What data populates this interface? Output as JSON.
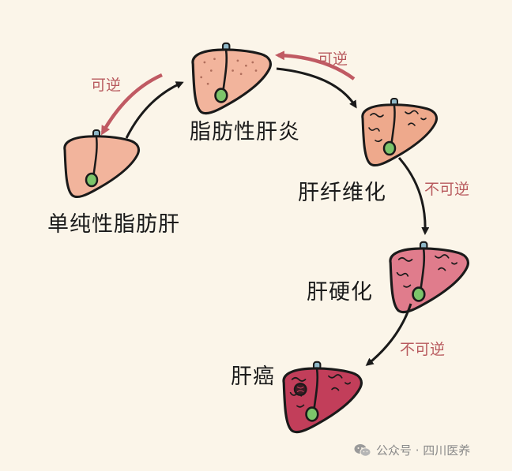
{
  "stages": [
    {
      "id": "simple-fatty-liver",
      "label": "单纯性脂肪肝",
      "color": "#f2b49c",
      "dots": false,
      "fibrosis": false,
      "tumor": false
    },
    {
      "id": "fatty-hepatitis",
      "label": "脂肪性肝炎",
      "color": "#f2b49c",
      "dots": true,
      "fibrosis": false,
      "tumor": false
    },
    {
      "id": "liver-fibrosis",
      "label": "肝纤维化",
      "color": "#eea98c",
      "dots": false,
      "fibrosis": true,
      "tumor": false
    },
    {
      "id": "cirrhosis",
      "label": "肝硬化",
      "color": "#e07c8c",
      "dots": false,
      "fibrosis": true,
      "tumor": false
    },
    {
      "id": "liver-cancer",
      "label": "肝癌",
      "color": "#c23e5a",
      "dots": false,
      "fibrosis": true,
      "tumor": true
    }
  ],
  "arrows": [
    {
      "id": "reversible-1",
      "label": "可逆",
      "color": "#c05a63"
    },
    {
      "id": "reversible-2",
      "label": "可逆",
      "color": "#c05a63"
    },
    {
      "id": "irreversible-1",
      "label": "不可逆",
      "color": "#1a1a1a"
    },
    {
      "id": "irreversible-2",
      "label": "不可逆",
      "color": "#1a1a1a"
    }
  ],
  "colors": {
    "background": "#fbf5e9",
    "forward_arrow": "#1a1a1a",
    "reverse_arrow": "#c05a63",
    "gallbladder": "#7cc46a",
    "vein": "#8fb8c8",
    "outline": "#1a1a1a"
  },
  "watermark": {
    "text": "公众号 · 四川医养",
    "icon": "wechat-icon"
  }
}
